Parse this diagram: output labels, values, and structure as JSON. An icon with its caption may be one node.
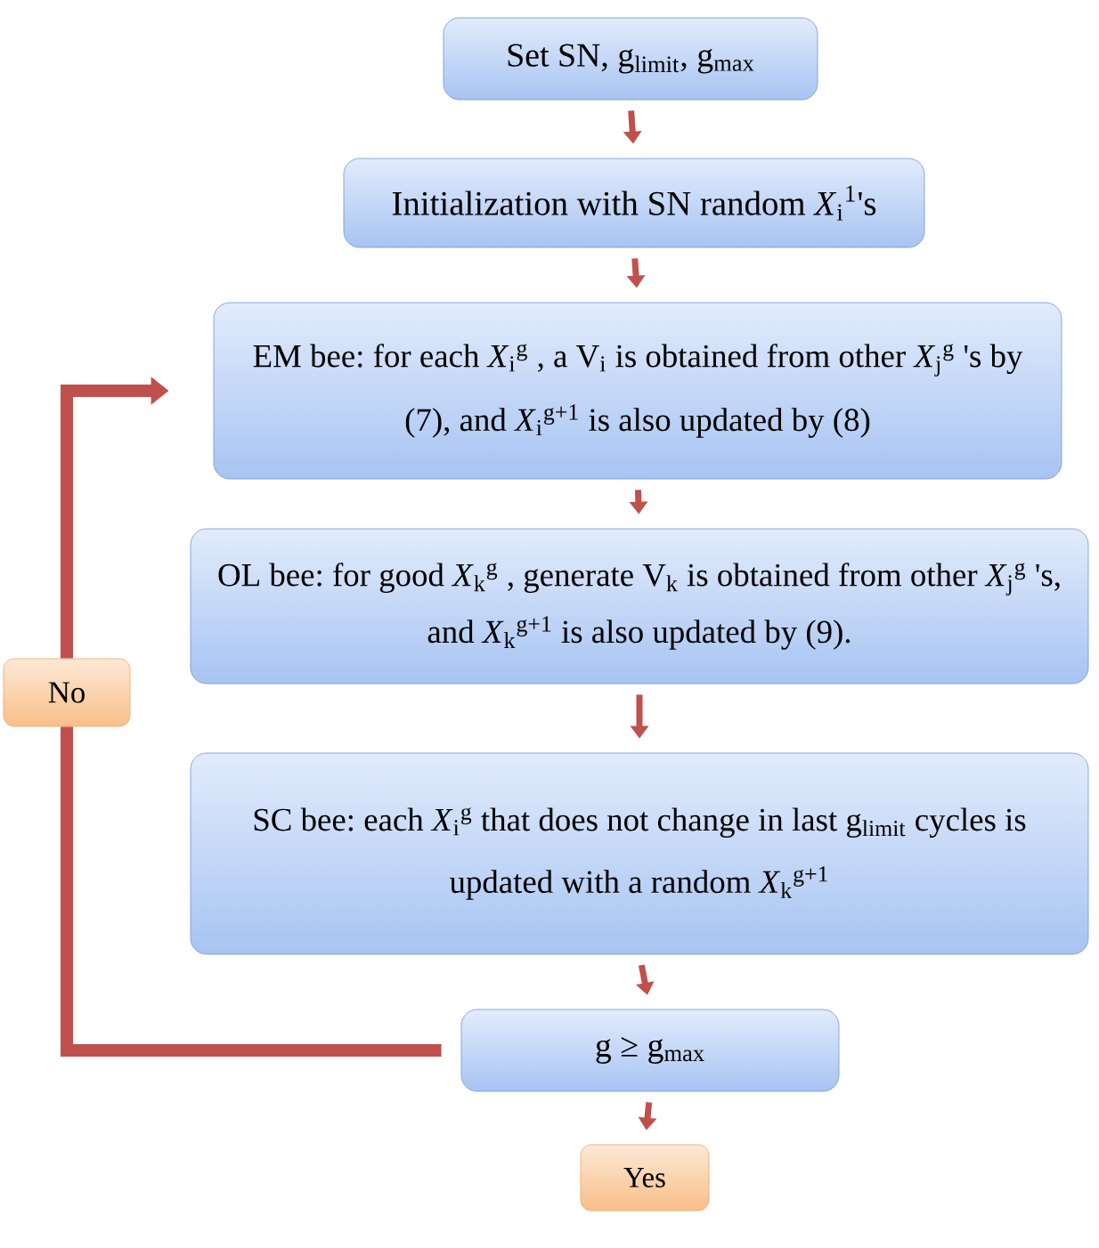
{
  "diagram": {
    "nodes": [
      {
        "text": [
          "Set SN, g$_{limit}$, g$_{max}$"
        ]
      },
      {
        "text": [
          "Initialization with SN random *X*$_{i}$$^{1}$'s"
        ]
      },
      {
        "text": [
          "EM bee: for each *X*$_{i}$$^{g}$ , a V$_{i}$ is obtained from other *X*$_{j}$$^{g}$ 's by (7), and *X*$_{i}$$^{g+1}$ is also updated by (8)"
        ]
      },
      {
        "text": [
          "OL bee: for good *X*$_{k}$$^{g}$ , generate V$_{k}$ is obtained from other *X*$_{j}$$^{g}$ 's, and *X*$_{k}$$^{g+1}$ is also updated by (9)."
        ]
      },
      {
        "text": [
          "SC bee: each *X*$_{i}$$^{g}$ that does not change in last g$_{limit}$ cycles is updated with a random *X*$_{k}$$^{g+1}$"
        ]
      },
      {
        "text": [
          "g ≥ g$_{max}$"
        ]
      },
      {
        "text": [
          "Yes"
        ]
      },
      {
        "text": [
          "No"
        ]
      }
    ],
    "edges": [
      {
        "from": 0,
        "to": 1,
        "arrow": "to"
      },
      {
        "from": 1,
        "to": 2,
        "arrow": "to"
      },
      {
        "from": 2,
        "to": 3,
        "arrow": "to"
      },
      {
        "from": 3,
        "to": 4,
        "arrow": "to"
      },
      {
        "from": 4,
        "to": 5,
        "arrow": "to"
      },
      {
        "from": 5,
        "to": 6,
        "arrow": "to"
      },
      {
        "from": 5,
        "to": 7,
        "arrow": "none",
        "style": "thick"
      },
      {
        "from": 7,
        "to": 2,
        "arrow": "to",
        "style": "thick"
      }
    ]
  }
}
